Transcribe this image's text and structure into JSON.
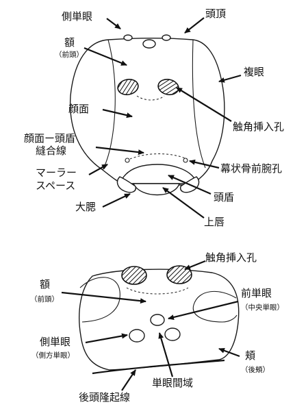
{
  "front_view": {
    "lateral_ocellus": "側単眼",
    "vertex": "頭頂",
    "frons": "額",
    "frons_sub": "（前頭）",
    "compound_eye": "複眼",
    "face": "顔面",
    "antennal_socket": "触角挿入孔",
    "suture_line1": "顔面ー頭盾",
    "suture_line2": "縫合線",
    "tentorial_pit": "幕状骨前腕孔",
    "malar_space_line1": "マーラー",
    "malar_space_line2": "スペース",
    "clypeus": "頭盾",
    "mandible": "大腮",
    "labrum": "上唇"
  },
  "top_view": {
    "antennal_socket": "触角挿入孔",
    "frons": "額",
    "frons_sub": "（前頭）",
    "median_ocellus": "前単眼",
    "median_ocellus_sub": "（中央単眼）",
    "lateral_ocellus": "側単眼",
    "lateral_ocellus_sub": "（側方単眼）",
    "gena": "頬",
    "gena_sub": "（後頬）",
    "interocellar_area": "単眼間域",
    "occipital_carina": "後頭隆起線"
  },
  "colors": {
    "ink": "#111111",
    "background": "#ffffff"
  }
}
